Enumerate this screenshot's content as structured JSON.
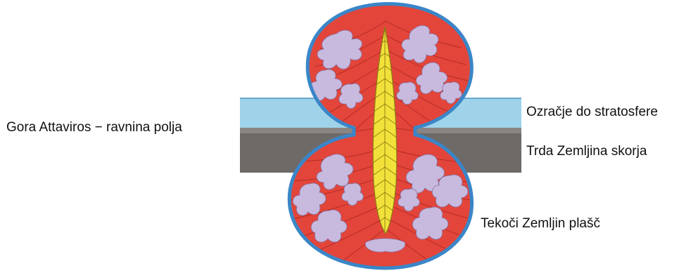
{
  "labels": {
    "left": "Gora Attaviros − ravnina polja",
    "atmosphere": "Ozračje do stratosfere",
    "crust": "Trda Zemljina skorja",
    "mantle": "Tekoči Zemljin plašč"
  },
  "colors": {
    "atmosphere_layer": "#9fd3ea",
    "crust_layer": "#6e6a68",
    "outline": "#3a86c8",
    "mantle_fill": "#e3453a",
    "mantle_lines": "#b52b24",
    "swirls": "#c8b9df",
    "core_fill": "#f2e13a",
    "core_lines": "#8a7a10"
  }
}
